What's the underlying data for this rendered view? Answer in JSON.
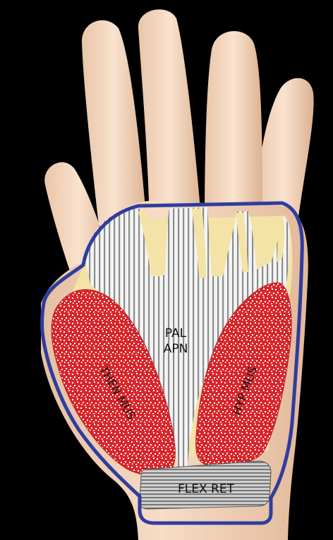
{
  "labels": {
    "palmar_aponeurosis": [
      "PAL",
      "APN"
    ],
    "thenar_muscles": "THEN MUS",
    "hypothenar_muscles": "HYP MUS",
    "flexor_retinaculum": "FLEX RET"
  },
  "colors": {
    "background": "#000000",
    "skin": "#f3d6bd",
    "skin_shadow": "#d9b496",
    "fat": "#f3e3a6",
    "aponeurosis": "#f4f4f4",
    "aponeurosis_stripe": "#8c8c8c",
    "muscle": "#d8262b",
    "muscle_dot": "#ffffff",
    "retinaculum": "#c2c2c2",
    "retinaculum_stripe": "#6e6e6e",
    "outline": "#2e3d9e"
  }
}
